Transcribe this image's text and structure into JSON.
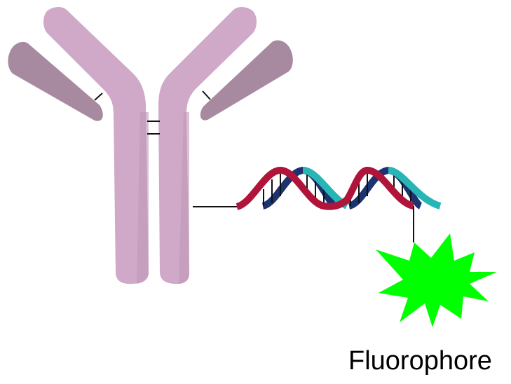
{
  "diagram": {
    "type": "antibody-dna-fluorophore-conjugate",
    "components": {
      "antibody": {
        "name": "antibody",
        "heavy_chain_color": "#cfa9c7",
        "light_chain_color": "#a88aa0"
      },
      "dna": {
        "name": "dna-double-helix",
        "strand_colors": [
          "#b0143a",
          "#1c3370",
          "#27b5b5"
        ]
      },
      "fluorophore": {
        "name": "fluorophore",
        "color": "#00ff00"
      }
    },
    "labels": {
      "fluorophore": "Fluorophore"
    }
  }
}
